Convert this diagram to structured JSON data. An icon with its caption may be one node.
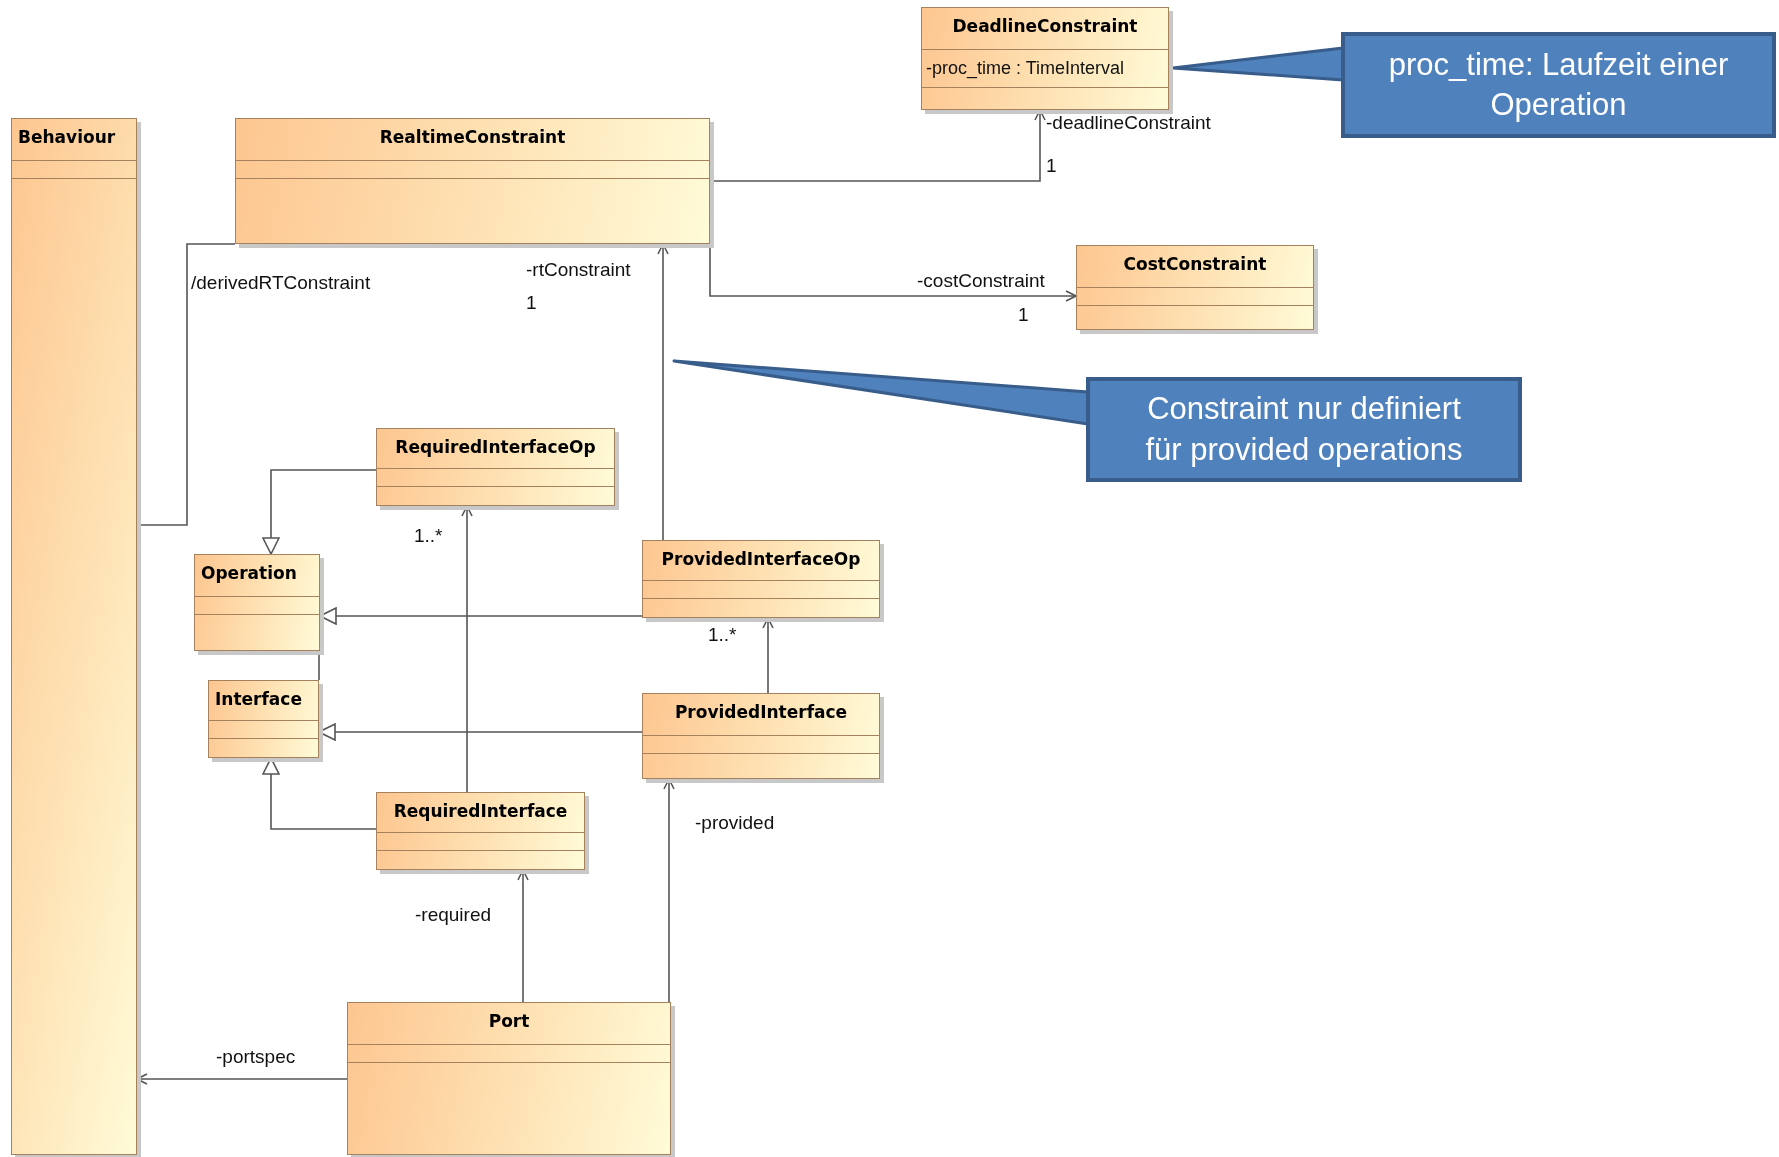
{
  "diagram": {
    "nodes": [
      {
        "text": [
          "DeadlineConstraint",
          "-proc_time : TimeInterval"
        ]
      },
      {
        "text": [
          "proc_time: Laufzeit einer Operation"
        ]
      },
      {
        "text": [
          "Behaviour"
        ]
      },
      {
        "text": [
          "RealtimeConstraint"
        ]
      },
      {
        "text": [
          "CostConstraint"
        ]
      },
      {
        "text": [
          "Constraint nur definiert für provided operations"
        ]
      },
      {
        "text": [
          "RequiredInterfaceOp"
        ]
      },
      {
        "text": [
          "Operation"
        ]
      },
      {
        "text": [
          "ProvidedInterfaceOp"
        ]
      },
      {
        "text": [
          "Interface"
        ]
      },
      {
        "text": [
          "ProvidedInterface"
        ]
      },
      {
        "text": [
          "RequiredInterface"
        ]
      },
      {
        "text": [
          "Port"
        ]
      }
    ],
    "edges": [
      {
        "from": 3,
        "to": 0,
        "arrow": "to",
        "label": "-deadlineConstraint"
      },
      {
        "from": 3,
        "to": 4,
        "arrow": "to",
        "label": "-costConstraint"
      },
      {
        "from": 2,
        "to": 3,
        "arrow": "none",
        "label": "/derivedRTConstraint"
      },
      {
        "from": 8,
        "to": 3,
        "arrow": "to",
        "label": "-rtConstraint"
      },
      {
        "from": 6,
        "to": 7,
        "arrow": "to"
      },
      {
        "from": 8,
        "to": 7,
        "arrow": "to"
      },
      {
        "from": 7,
        "to": 9,
        "arrow": "none"
      },
      {
        "from": 10,
        "to": 9,
        "arrow": "to"
      },
      {
        "from": 11,
        "to": 9,
        "arrow": "to"
      },
      {
        "from": 11,
        "to": 6,
        "arrow": "to",
        "label": "1..*"
      },
      {
        "from": 10,
        "to": 8,
        "arrow": "to",
        "label": "1..*"
      },
      {
        "from": 12,
        "to": 11,
        "arrow": "to",
        "label": "-required"
      },
      {
        "from": 12,
        "to": 10,
        "arrow": "to",
        "label": "-provided"
      },
      {
        "from": 12,
        "to": 2,
        "arrow": "to",
        "label": "-portspec"
      },
      {
        "from": 1,
        "to": 0,
        "arrow": "to"
      },
      {
        "from": 5,
        "to": null,
        "arrow": "to"
      }
    ],
    "labels": [
      "1",
      "1",
      "1"
    ]
  }
}
